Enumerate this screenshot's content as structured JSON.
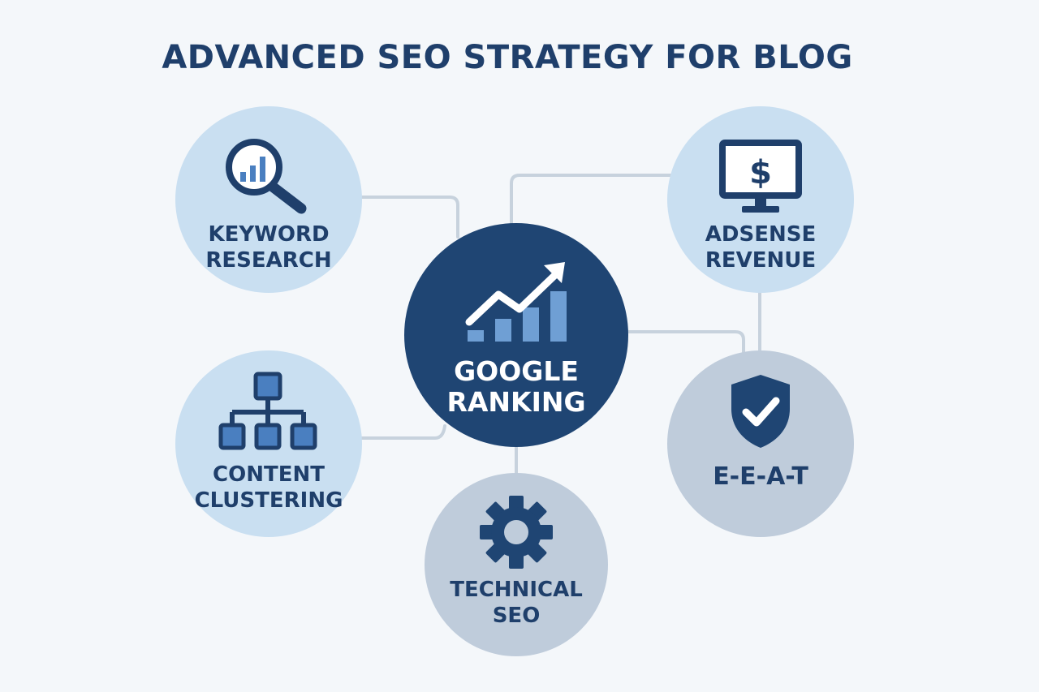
{
  "title": "ADVANCED SEO STRATEGY FOR BLOG",
  "colors": {
    "background": "#f4f7fa",
    "title": "#1f3f6b",
    "center_node": "#1f4573",
    "light_node": "#c9dff1",
    "grey_node": "#bfccdb",
    "connector": "#c7d2dd",
    "icon_dark": "#1f3f6b",
    "icon_accent": "#4a7fc0"
  },
  "center": {
    "line1": "GOOGLE",
    "line2": "RANKING",
    "icon": "growth-chart-icon"
  },
  "nodes": {
    "keyword": {
      "line1": "KEYWORD",
      "line2": "RESEARCH",
      "icon": "magnifier-chart-icon"
    },
    "adsense": {
      "line1": "ADSENSE",
      "line2": "REVENUE",
      "icon": "monitor-dollar-icon"
    },
    "content": {
      "line1": "CONTENT",
      "line2": "CLUSTERING",
      "icon": "hierarchy-icon"
    },
    "eeat": {
      "line1": "E-E-A-T",
      "icon": "shield-check-icon"
    },
    "technical": {
      "line1": "TECHNICAL",
      "line2": "SEO",
      "icon": "gear-icon"
    }
  }
}
